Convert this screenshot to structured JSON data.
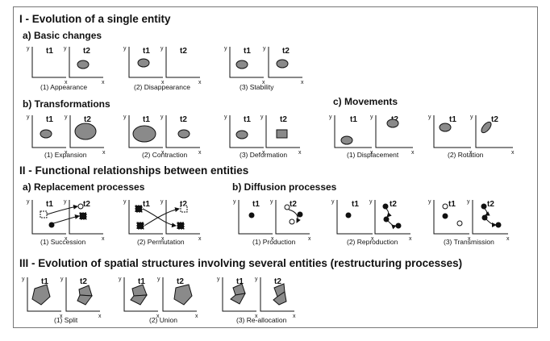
{
  "section1": {
    "title": "I - Evolution of a single entity",
    "sub_a": "a) Basic changes",
    "sub_b": "b) Transformations",
    "sub_c": "c) Movements",
    "captions": {
      "appearance": "(1) Appearance",
      "disappearance": "(2) Disappearance",
      "stability": "(3) Stability",
      "expansion": "(1) Expansion",
      "contraction": "(2) Contraction",
      "deformation": "(3) Deformation",
      "displacement": "(1) Displacement",
      "rotation": "(2) Rotation"
    }
  },
  "section2": {
    "title": "II - Functional relationships between entities",
    "sub_a": "a) Replacement processes",
    "sub_b": "b) Diffusion processes",
    "captions": {
      "succession": "(1) Succession",
      "permutation": "(2) Permutation",
      "production": "(1) Production",
      "reproduction": "(2) Reproduction",
      "transmission": "(3) Transmission"
    }
  },
  "section3": {
    "title": "III - Evolution of spatial structures involving several entities (restructuring processes)",
    "captions": {
      "split": "(1) Split",
      "union": "(2) Union",
      "reallocation": "(3) Re-allocation"
    }
  },
  "labels": {
    "t1": "t1",
    "t2": "t2",
    "x": "x",
    "y": "y"
  },
  "colors": {
    "shape_fill": "#8a8a8a",
    "line": "#111111"
  }
}
